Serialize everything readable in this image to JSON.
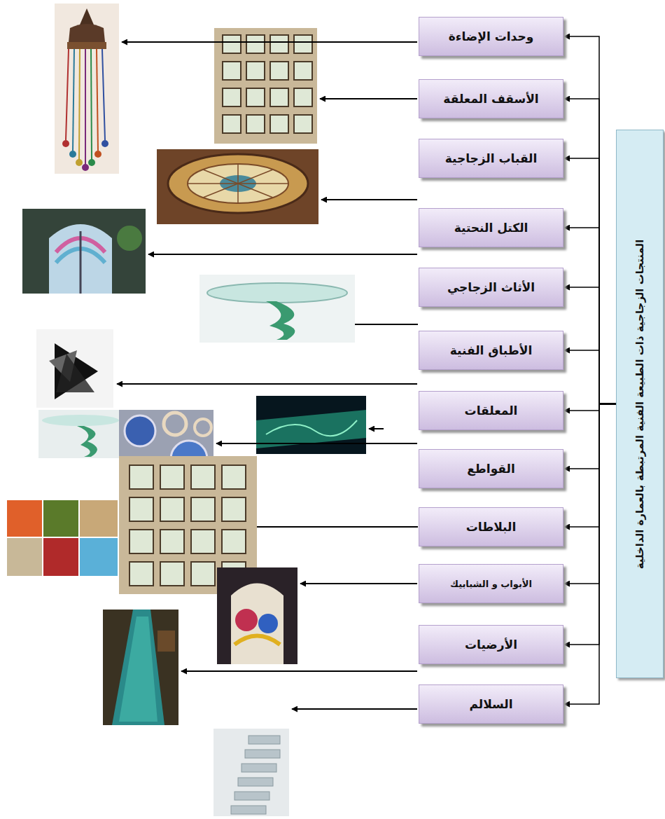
{
  "diagram": {
    "nodes": [
      {
        "text": [
          "المنتجات الزجاجية ذات الطبيعة الفنية المرتبطة بالعمارة الداخلية"
        ]
      },
      {
        "text": [
          "وحدات الإضاءة"
        ]
      },
      {
        "text": [
          "الأسقف المعلقة"
        ]
      },
      {
        "text": [
          "القباب الزجاجية"
        ]
      },
      {
        "text": [
          "الكتل النحتية"
        ]
      },
      {
        "text": [
          "الأثاث الزجاجي"
        ]
      },
      {
        "text": [
          "الأطباق الفنية"
        ]
      },
      {
        "text": [
          "المعلقات"
        ]
      },
      {
        "text": [
          "القواطع"
        ]
      },
      {
        "text": [
          "البلاطات"
        ]
      },
      {
        "text": [
          "الأبواب و الشبابيك"
        ]
      },
      {
        "text": [
          "الأرضيات"
        ]
      },
      {
        "text": [
          "السلالم"
        ]
      }
    ],
    "edges": [
      {
        "from": 0,
        "to": 1,
        "arrow": "to"
      },
      {
        "from": 0,
        "to": 2,
        "arrow": "to"
      },
      {
        "from": 0,
        "to": 3,
        "arrow": "to"
      },
      {
        "from": 0,
        "to": 4,
        "arrow": "to"
      },
      {
        "from": 0,
        "to": 5,
        "arrow": "to"
      },
      {
        "from": 0,
        "to": 6,
        "arrow": "to"
      },
      {
        "from": 0,
        "to": 7,
        "arrow": "to"
      },
      {
        "from": 0,
        "to": 8,
        "arrow": "to"
      },
      {
        "from": 0,
        "to": 9,
        "arrow": "to"
      },
      {
        "from": 0,
        "to": 10,
        "arrow": "to"
      },
      {
        "from": 0,
        "to": 11,
        "arrow": "to"
      },
      {
        "from": 0,
        "to": 12,
        "arrow": "to"
      }
    ]
  }
}
